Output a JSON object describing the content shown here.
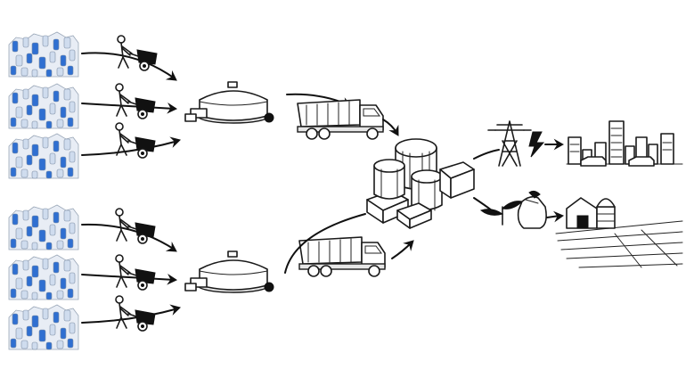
{
  "diagram": {
    "rows": [
      {
        "id": "row-1"
      },
      {
        "id": "row-2"
      },
      {
        "id": "row-3"
      },
      {
        "id": "row-4"
      },
      {
        "id": "row-5"
      },
      {
        "id": "row-6"
      }
    ],
    "colors": {
      "bottle_blue": "#2f6fd1",
      "bottle_light": "#cfdcee",
      "ink": "#111111",
      "background": "#ffffff"
    },
    "icons": [
      "plastic-bottle-pile-icon",
      "person-with-cart-icon",
      "collection-arrow-icon",
      "digester-tank-icon",
      "dump-truck-icon",
      "processing-plant-icon",
      "power-pylon-icon",
      "city-skyline-icon",
      "plant-sprout-icon",
      "fertilizer-sack-icon",
      "farm-barn-icon"
    ]
  }
}
